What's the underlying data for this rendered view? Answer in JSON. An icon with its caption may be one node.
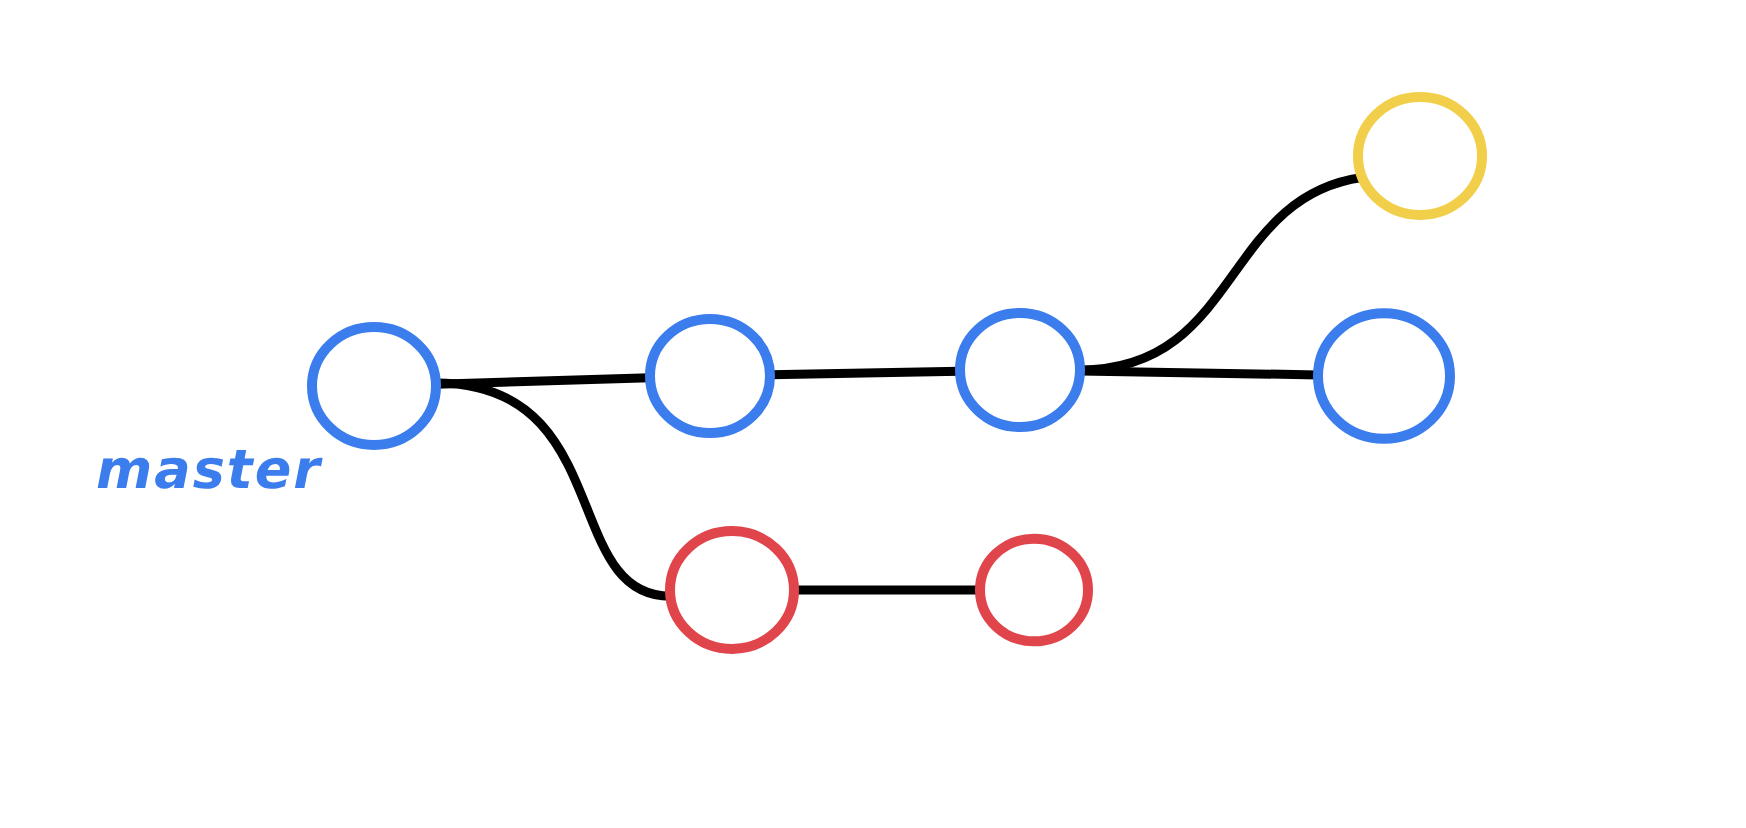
{
  "diagram": {
    "nodes": [
      {
        "text": [],
        "shape": "circle",
        "beside": [
          "master"
        ]
      },
      {
        "text": [],
        "shape": "circle"
      },
      {
        "text": [],
        "shape": "circle"
      },
      {
        "text": [],
        "shape": "circle"
      },
      {
        "text": [],
        "shape": "circle"
      },
      {
        "text": [],
        "shape": "circle"
      },
      {
        "text": [],
        "shape": "circle"
      }
    ],
    "edges": [
      {
        "from": 0,
        "to": 1,
        "arrow": "none"
      },
      {
        "from": 0,
        "to": 5,
        "arrow": "none"
      },
      {
        "from": 1,
        "to": 2,
        "arrow": "none"
      },
      {
        "from": 2,
        "to": 3,
        "arrow": "none"
      },
      {
        "from": 2,
        "to": 4,
        "arrow": "none"
      },
      {
        "from": 5,
        "to": 6,
        "arrow": "none"
      }
    ]
  }
}
